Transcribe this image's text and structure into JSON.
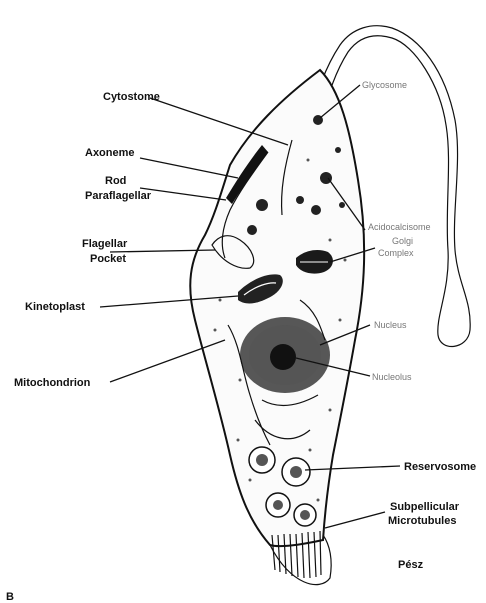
{
  "labels": {
    "cytostome": "Cytostome",
    "axoneme": "Axoneme",
    "rod_paraflagellar": "Rod",
    "rod_paraflagellar_line2": "Paraflagellar",
    "flagellar_pocket": "Flagellar",
    "flagellar_pocket_line2": "Pocket",
    "kinetoplast": "Kinetoplast",
    "mitochondrion": "Mitochondrion",
    "reservosome": "Reservosome",
    "subpellicular": "Subpellicular",
    "subpellicular_line2": "Microtubules",
    "glycosome": "Glycosome",
    "acidocalcisome": "Acidocalcisome",
    "golgi": "Golgi",
    "golgi_line2": "Complex",
    "nucleus": "Nucleus",
    "nucleolus": "Nucleolus"
  },
  "panel_letter": "B",
  "signature": "Pész"
}
